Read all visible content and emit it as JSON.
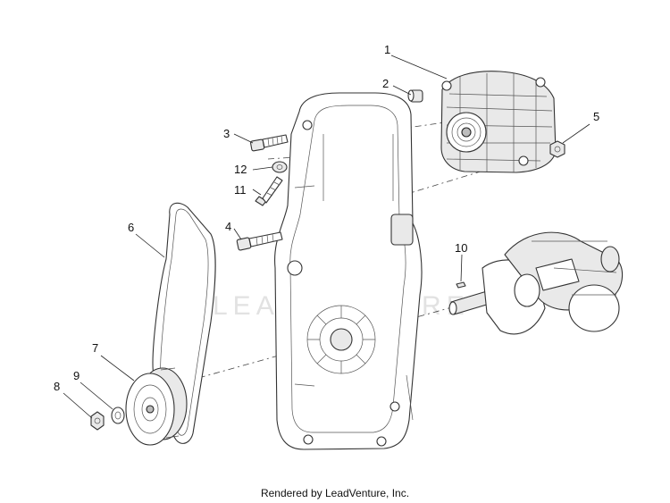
{
  "callouts": {
    "c1": "1",
    "c2": "2",
    "c3": "3",
    "c4": "4",
    "c5": "5",
    "c6": "6",
    "c7": "7",
    "c8": "8",
    "c9": "9",
    "c10": "10",
    "c11": "11",
    "c12": "12"
  },
  "watermark": "LEADVENTURE",
  "footer": "Rendered by LeadVenture, Inc."
}
